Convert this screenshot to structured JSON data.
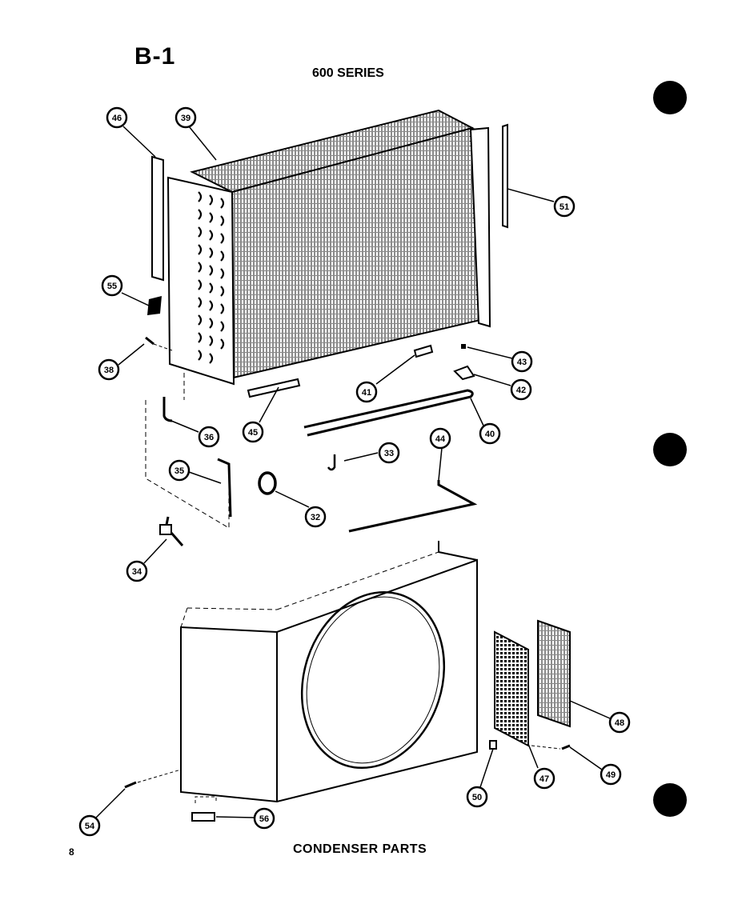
{
  "header": {
    "code": "B-1",
    "series": "600 SERIES"
  },
  "footer": {
    "page_number": "8",
    "caption": "CONDENSER PARTS"
  },
  "callouts": [
    {
      "id": "46",
      "label": "46"
    },
    {
      "id": "39",
      "label": "39"
    },
    {
      "id": "51",
      "label": "51"
    },
    {
      "id": "55",
      "label": "55"
    },
    {
      "id": "38",
      "label": "38"
    },
    {
      "id": "43",
      "label": "43"
    },
    {
      "id": "42",
      "label": "42"
    },
    {
      "id": "41",
      "label": "41"
    },
    {
      "id": "40",
      "label": "40"
    },
    {
      "id": "45",
      "label": "45"
    },
    {
      "id": "36",
      "label": "36"
    },
    {
      "id": "44",
      "label": "44"
    },
    {
      "id": "33",
      "label": "33"
    },
    {
      "id": "35",
      "label": "35"
    },
    {
      "id": "32",
      "label": "32"
    },
    {
      "id": "34",
      "label": "34"
    },
    {
      "id": "48",
      "label": "48"
    },
    {
      "id": "49",
      "label": "49"
    },
    {
      "id": "47",
      "label": "47"
    },
    {
      "id": "50",
      "label": "50"
    },
    {
      "id": "54",
      "label": "54"
    },
    {
      "id": "56",
      "label": "56"
    }
  ]
}
